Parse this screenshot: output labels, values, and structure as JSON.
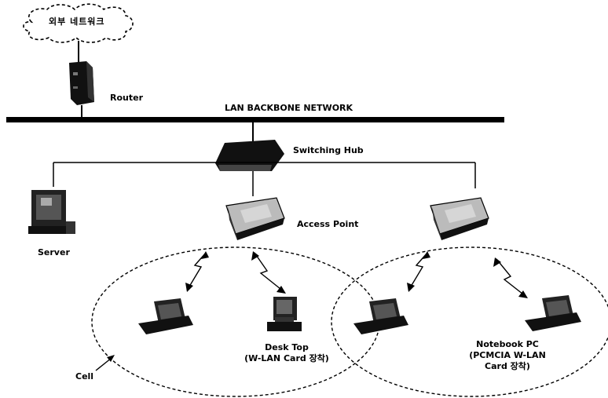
{
  "diagram": {
    "cloud_label": "외부 네트워크",
    "router_label": "Router",
    "backbone_label": "LAN BACKBONE NETWORK",
    "hub_label": "Switching Hub",
    "server_label": "Server",
    "access_point_label": "Access Point",
    "desktop_label_line1": "Desk Top",
    "desktop_label_line2": "(W-LAN Card 장착)",
    "notebook_label_line1": "Notebook PC",
    "notebook_label_line2": "(PCMCIA W-LAN",
    "notebook_label_line3": "Card 장착)",
    "cell_label": "Cell"
  }
}
